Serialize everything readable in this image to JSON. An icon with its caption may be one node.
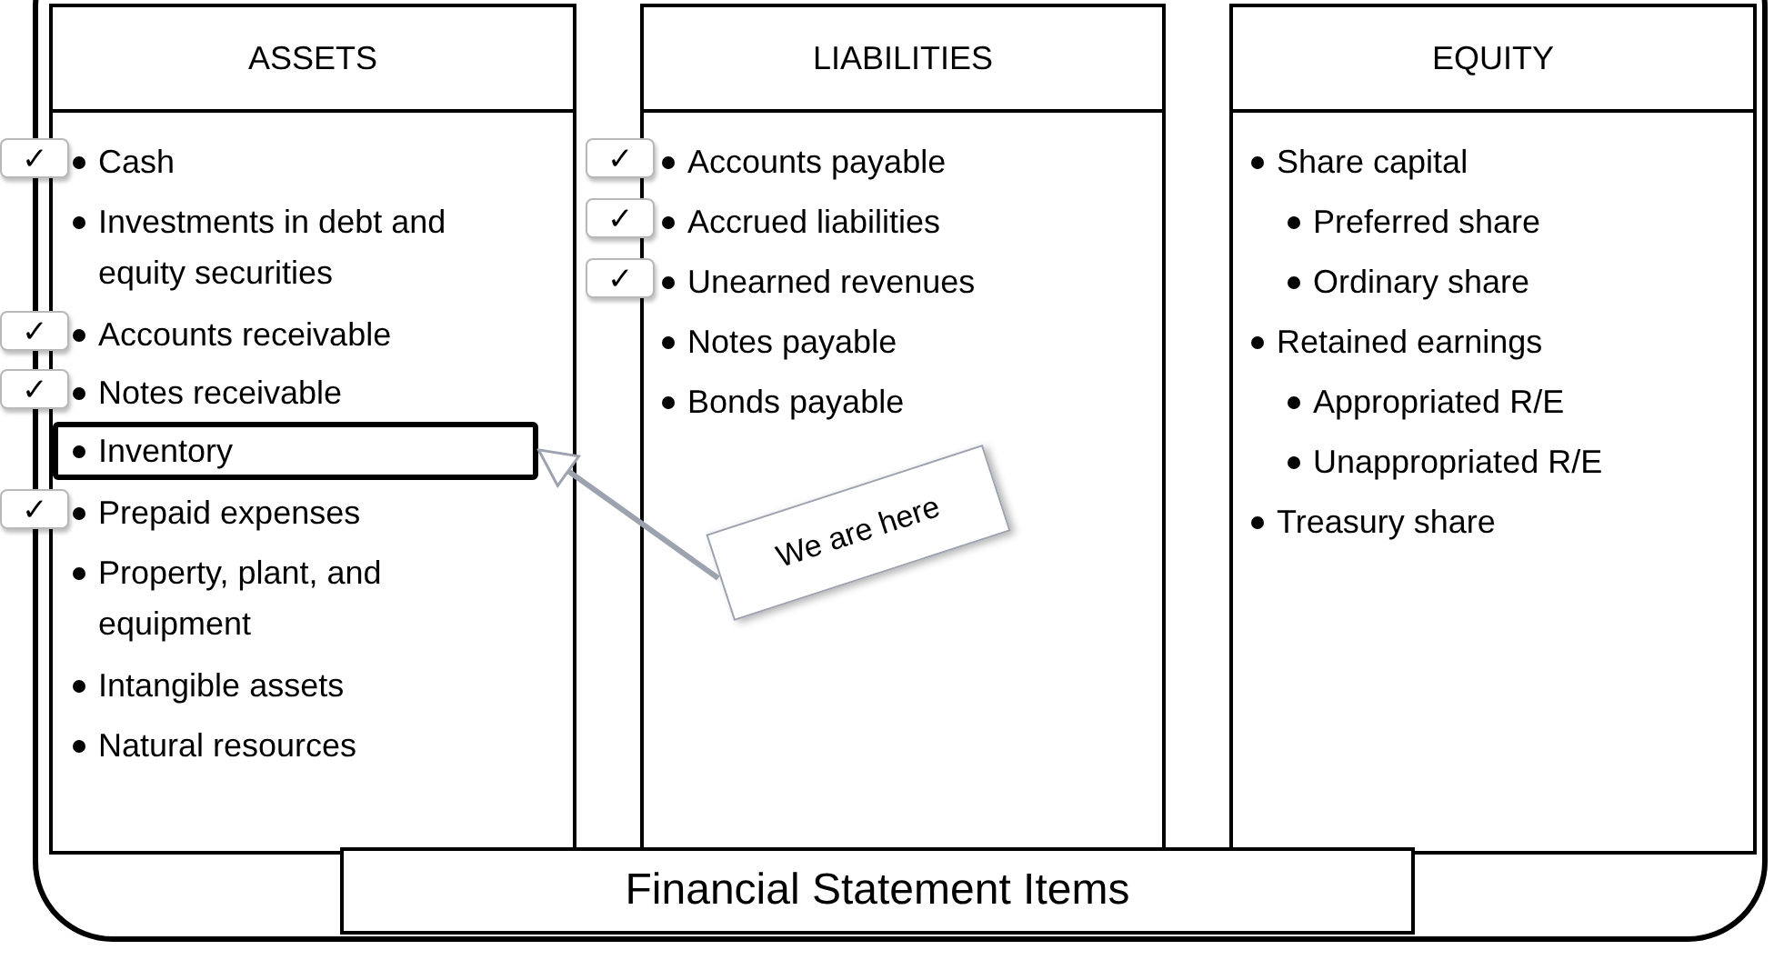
{
  "diagram": {
    "nodes": [
      {
        "text": [],
        "shape": "box"
      },
      {
        "text": [
          "ASSETS"
        ],
        "in": 0
      },
      {
        "text": [
          "Cash"
        ],
        "in": 1
      },
      {
        "text": [
          "Investments in debt and equity securities"
        ],
        "in": 1
      },
      {
        "text": [
          "Accounts receivable"
        ],
        "in": 1
      },
      {
        "text": [
          "Notes receivable"
        ],
        "in": 1
      },
      {
        "text": [
          "Inventory"
        ],
        "in": 1
      },
      {
        "text": [
          "Prepaid expenses"
        ],
        "in": 1
      },
      {
        "text": [
          "Property, plant, and equipment"
        ],
        "in": 1
      },
      {
        "text": [
          "Intangible assets"
        ],
        "in": 1
      },
      {
        "text": [
          "Natural resources"
        ],
        "in": 1
      },
      {
        "text": [
          "LIABILITIES"
        ],
        "in": 0
      },
      {
        "text": [
          "Accounts payable"
        ],
        "in": 11
      },
      {
        "text": [
          "Accrued liabilities"
        ],
        "in": 11
      },
      {
        "text": [
          "Unearned revenues"
        ],
        "in": 11
      },
      {
        "text": [
          "Notes payable"
        ],
        "in": 11
      },
      {
        "text": [
          "Bonds payable"
        ],
        "in": 11
      },
      {
        "text": [
          "EQUITY"
        ],
        "in": 0
      },
      {
        "text": [
          "Share capital"
        ],
        "in": 17
      },
      {
        "text": [
          "Preferred share"
        ],
        "in": 17
      },
      {
        "text": [
          "Ordinary share"
        ],
        "in": 17
      },
      {
        "text": [
          "Retained earnings"
        ],
        "in": 17
      },
      {
        "text": [
          "Appropriated R/E"
        ],
        "in": 17
      },
      {
        "text": [
          "Unappropriated R/E"
        ],
        "in": 17
      },
      {
        "text": [
          "Treasury share"
        ],
        "in": 17
      },
      {
        "text": [
          "Financial Statement Items"
        ],
        "in": 0
      },
      {
        "text": [
          "We are here"
        ],
        "in": 11
      },
      {
        "text": [
          "✓"
        ],
        "in": 0
      },
      {
        "text": [
          "✓"
        ],
        "in": 0
      },
      {
        "text": [
          "✓"
        ],
        "in": 0
      },
      {
        "text": [
          "✓"
        ],
        "in": 0
      },
      {
        "text": [
          "✓"
        ],
        "in": 0
      },
      {
        "text": [
          "✓"
        ],
        "in": 0
      },
      {
        "text": [
          "✓"
        ],
        "in": 0
      }
    ],
    "edges": [
      {
        "from": 26,
        "to": 6,
        "arrow": "to"
      }
    ]
  }
}
